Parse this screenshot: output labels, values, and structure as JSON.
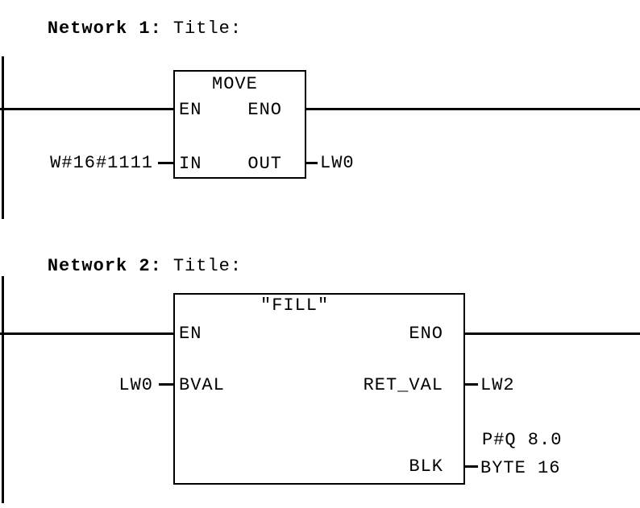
{
  "colors": {
    "background": "#ffffff",
    "foreground": "#000000"
  },
  "networks": [
    {
      "label": "Network 1:",
      "title": "Title:",
      "block": {
        "title": "MOVE",
        "pin_en": "EN",
        "pin_eno": "ENO",
        "pin_in": "IN",
        "pin_out": "OUT",
        "in_operand": "W#16#1111",
        "out_operand": "LW0"
      }
    },
    {
      "label": "Network 2:",
      "title": "Title:",
      "block": {
        "title": "″FILL″",
        "pin_en": "EN",
        "pin_eno": "ENO",
        "pin_bval": "BVAL",
        "pin_ret_val": "RET_VAL",
        "pin_blk": "BLK",
        "bval_operand": "LW0",
        "ret_val_operand": "LW2",
        "blk_operand_line1": "P#Q 8.0",
        "blk_operand_line2": "BYTE 16"
      }
    }
  ]
}
